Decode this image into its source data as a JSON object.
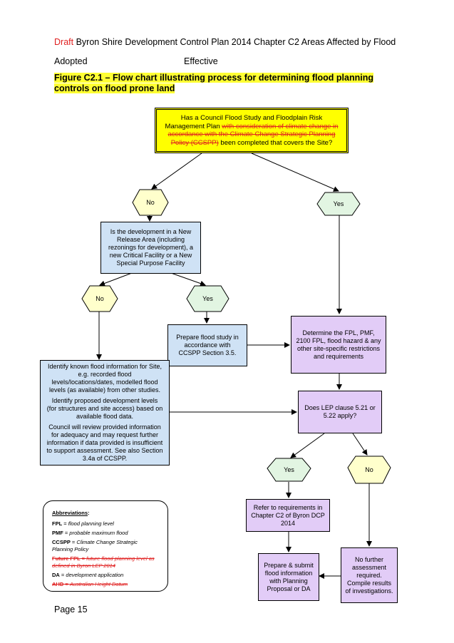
{
  "header": {
    "draft": "Draft",
    "title": "Byron Shire Development Control Plan 2014 Chapter C2 Areas Affected by Flood",
    "adopted": "Adopted",
    "effective": "Effective"
  },
  "figure_title": "Figure C2.1 – Flow chart illustrating process for determining flood planning controls on flood prone land",
  "nodes": {
    "start_pre": "Has a Council Flood Study and Floodplain Risk Management Plan",
    "start_struck": "with consideration of climate change in accordance with the Climate Change Strategic Planning Policy (CCSPP)",
    "start_post": "been completed that covers the Site?",
    "no1": "No",
    "yes1": "Yes",
    "new_release": "Is the development in a New Release Area (including rezonings for development), a new Critical Facility or a New Special Purpose Facility",
    "no2": "No",
    "yes2": "Yes",
    "prepare_study": "Prepare flood study in accordance with CCSPP Section 3.5.",
    "determine_fpl": "Determine the FPL, PMF, 2100 FPL, flood hazard & any other site-specific restrictions and requirements",
    "identify_p1": "Identify known flood information for Site, e.g. recorded flood levels/locations/dates, modelled flood levels (as available) from other studies.",
    "identify_p2": "Identify proposed development levels (for structures and site access) based on available flood data.",
    "identify_p3": "Council will review provided information for adequacy and may request further information if data provided is insufficient to support assessment. See also Section 3.4a of CCSPP.",
    "lep_clause": "Does LEP clause 5.21 or 5.22 apply?",
    "yes3": "Yes",
    "no3": "No",
    "refer": "Refer to requirements in Chapter C2 of Byron DCP 2014",
    "prepare_submit": "Prepare & submit flood information with Planning Proposal or DA",
    "no_further": "No further assessment required. Compile results of investigations."
  },
  "abbreviations": {
    "heading": "Abbreviations",
    "fpl_key": "FPL",
    "fpl_val": "flood planning level",
    "pmf_key": "PMF",
    "pmf_val": "probable maximum flood",
    "ccspp_key": "CCSPP",
    "ccspp_val": "Climate Change Strategic Planning Policy",
    "future_key": "Future FPL",
    "future_val": "future flood planning level  as defined in Byron LEP 2014",
    "da_key": "DA",
    "da_val": "development application",
    "ahd_key": "AHD",
    "ahd_val": "Australian Height Datum"
  },
  "footer": {
    "page": "Page 15"
  },
  "colors": {
    "start": "#ffff00",
    "hex_no": "#ffffcc",
    "hex_yes": "#e2f5e2",
    "blue": "#cfe2f5",
    "purple": "#e2ccf7",
    "red": "#e02020"
  }
}
